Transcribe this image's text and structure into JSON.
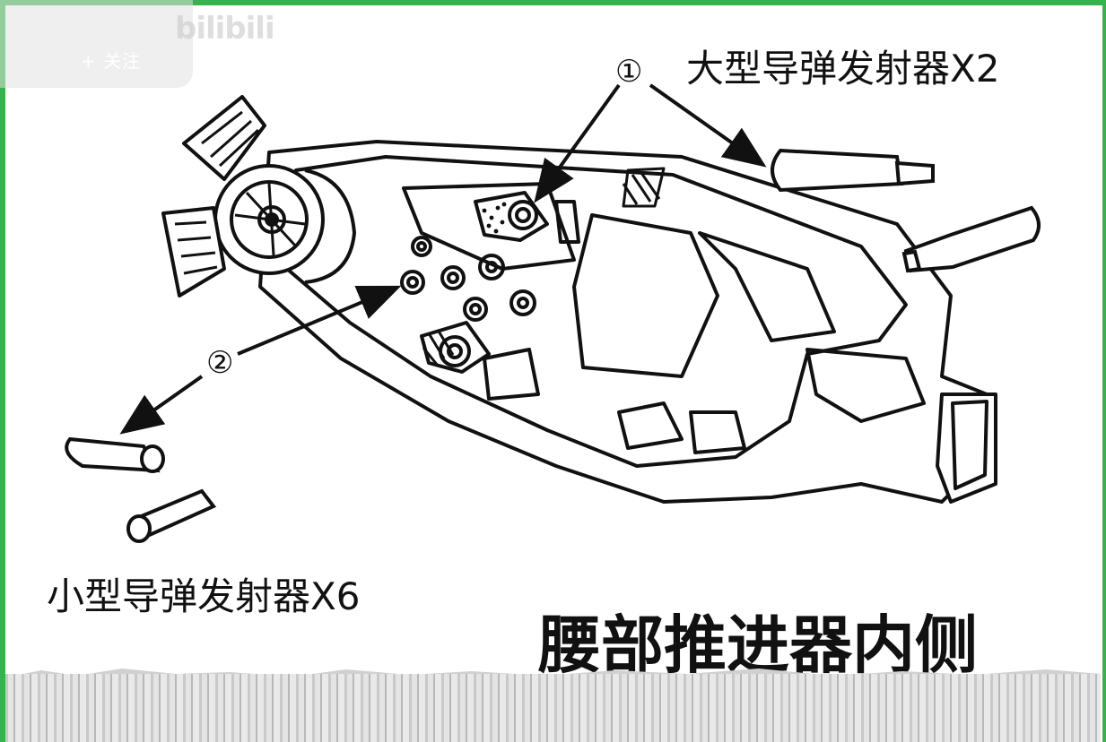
{
  "title": "腰部推进器内侧",
  "label_large": "大型导弹发射器X2",
  "label_small": "小型导弹发射器X6",
  "marker_1": "①",
  "marker_2": "②",
  "overlay": {
    "logo": "bilibili",
    "follow": "+ 关注"
  },
  "colors": {
    "frame": "#37b24d",
    "line": "#111111"
  }
}
